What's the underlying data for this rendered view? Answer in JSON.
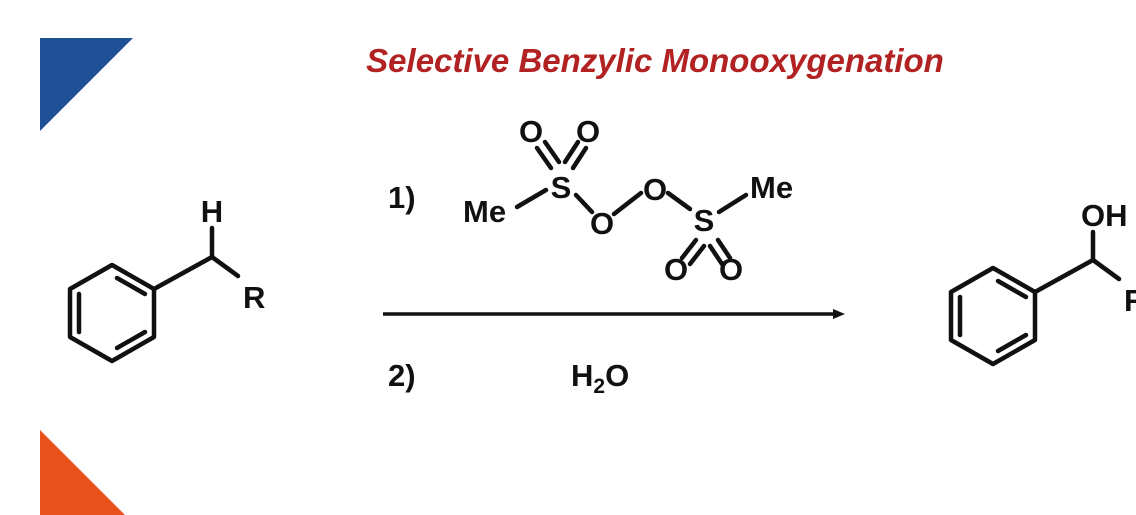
{
  "title": "Selective Benzylic Monooxygenation",
  "colors": {
    "title": "#b22222",
    "highlight_h": "#e8501c",
    "highlight_oh": "#2a63a8",
    "corner_top": "#1f4f94",
    "corner_bottom": "#e8501c",
    "ink": "#111111"
  },
  "reactant": {
    "h_label": "H",
    "r_label": "R"
  },
  "step1": {
    "number": "1)",
    "methyl_left": "Me",
    "methyl_right": "Me",
    "sulfur": "S",
    "oxygen": "O"
  },
  "step2": {
    "number": "2)",
    "reagent_main": "H",
    "reagent_sub": "2",
    "reagent_tail": "O"
  },
  "product": {
    "oh_label": "OH",
    "r_label": "R"
  }
}
